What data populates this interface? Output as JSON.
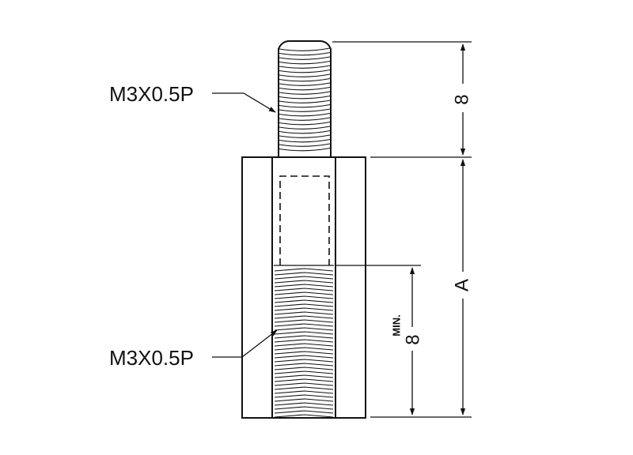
{
  "labels": {
    "top_thread_callout": "M3X0.5P",
    "bottom_thread_callout": "M3X0.5P"
  },
  "dimensions": {
    "stud_length": "8",
    "body_length": "A",
    "thread_depth": "8",
    "thread_depth_qualifier": "MIN."
  }
}
